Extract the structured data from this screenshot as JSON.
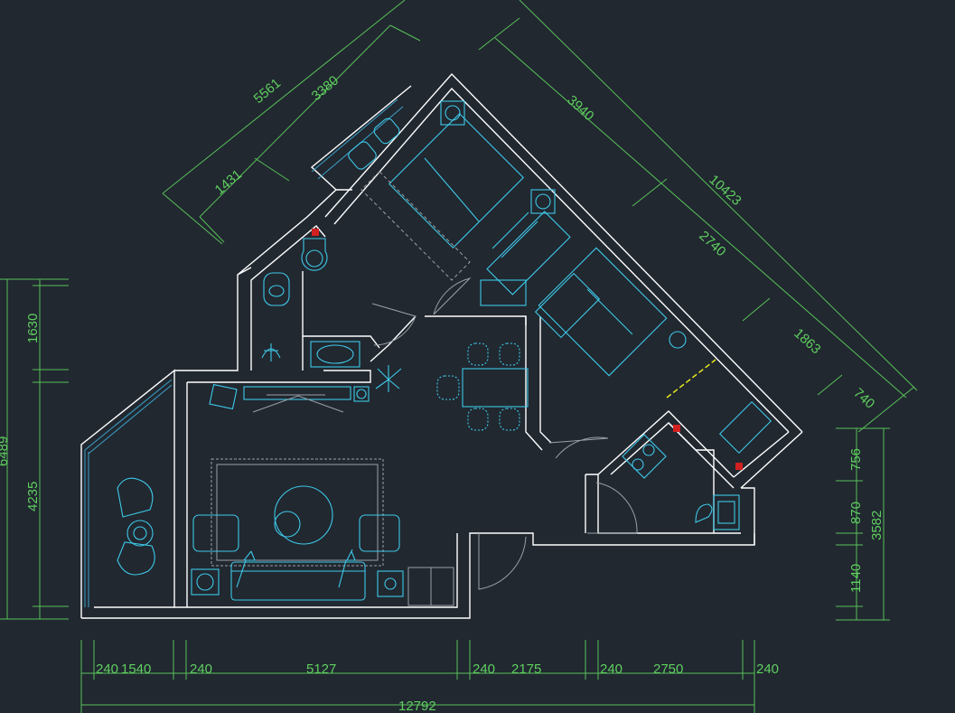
{
  "colors": {
    "background": "#212830",
    "walls": "#ffffff",
    "furniture": "#3ec8e8",
    "dimensions": "#5fcf5f",
    "marker_red": "#d02020",
    "marker_yellow": "#e8e820"
  },
  "dimensions": {
    "bottom": {
      "segments": [
        "240",
        "1540",
        "240",
        "5127",
        "240",
        "2175",
        "240",
        "2750",
        "240"
      ],
      "total": "12792"
    },
    "left": {
      "upper": "1630",
      "lower": "4235",
      "total": "6489"
    },
    "right": {
      "upper": "756",
      "middle": "870",
      "lower": "1140",
      "total": "3582"
    },
    "top_left_diagonal": {
      "outer": "5561",
      "inner": "3380",
      "short": "1431"
    },
    "top_right_diagonal": {
      "a": "3940",
      "total": "10423",
      "b": "2740",
      "c": "1863",
      "d": "740"
    }
  }
}
